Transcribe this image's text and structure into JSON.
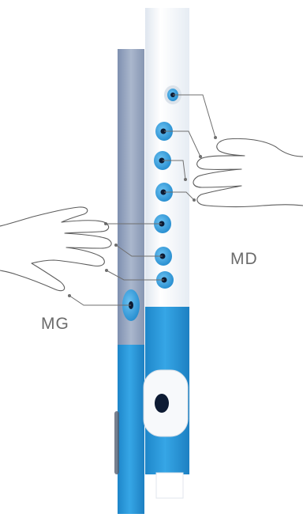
{
  "labels": {
    "right_hand": "MD",
    "left_hand": "MG"
  },
  "colors": {
    "tube_blue": "#2a98da",
    "tube_blue_dark": "#1a78b8",
    "tube_white": "#f2f5f9",
    "back_tube_grey": "#9aa9c4",
    "hole_blue": "#3aa3e0",
    "hole_dark": "#0d1b33",
    "leader_line": "#6f6f6f",
    "hand_outline": "#5c5c5c",
    "label_text": "#6b6b6b"
  },
  "right_hand_finger_holes": 4,
  "left_hand_finger_holes": 3,
  "thumb_holes": 1
}
